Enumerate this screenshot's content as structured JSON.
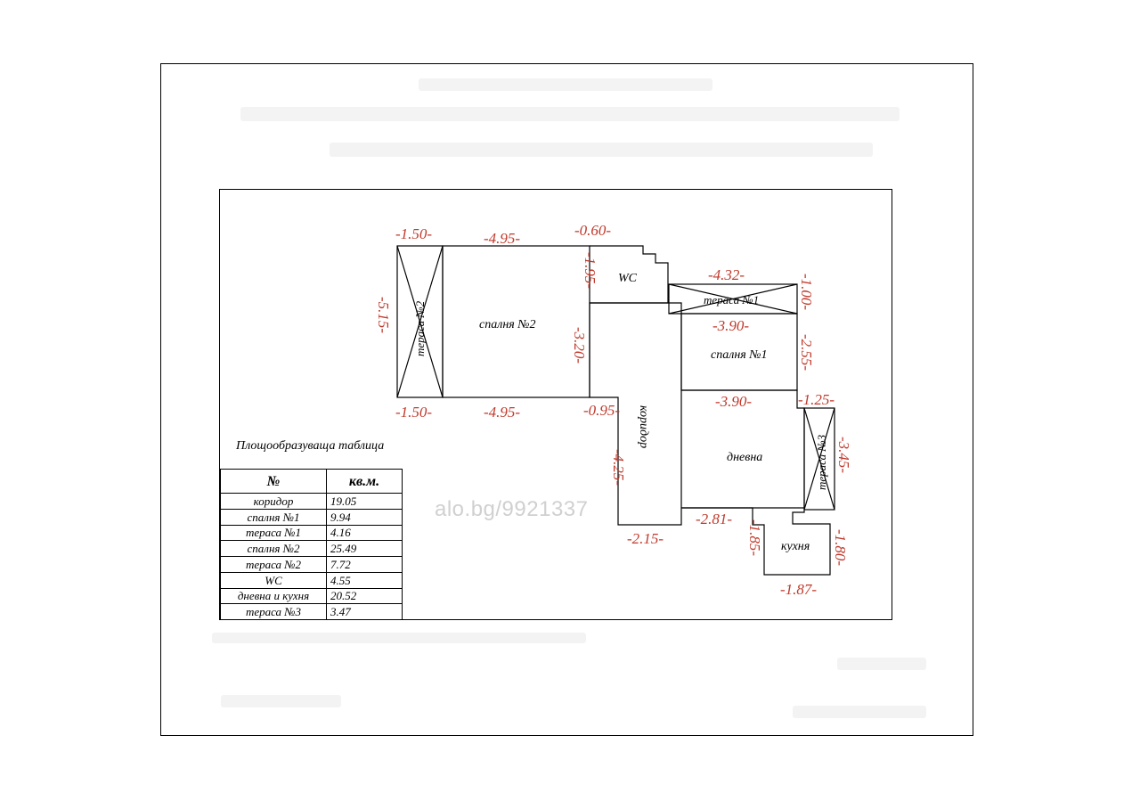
{
  "watermark": "alo.bg/9921337",
  "table": {
    "title": "Площообразуваща таблица",
    "headers": [
      "№",
      "кв.м."
    ],
    "rows": [
      {
        "name": "коридор",
        "area": "19.05"
      },
      {
        "name": "спалня №1",
        "area": "9.94"
      },
      {
        "name": "тераса №1",
        "area": "4.16"
      },
      {
        "name": "спалня №2",
        "area": "25.49"
      },
      {
        "name": "тераса №2",
        "area": "7.72"
      },
      {
        "name": "WC",
        "area": "4.55"
      },
      {
        "name": "дневна и кухня",
        "area": "20.52"
      },
      {
        "name": "тераса №3",
        "area": "3.47"
      }
    ]
  },
  "rooms": {
    "bedroom2": "спалня №2",
    "wc": "WC",
    "terrace1": "тераса №1",
    "bedroom1": "спалня №1",
    "terrace2": "тераса №2",
    "corridor": "коридор",
    "living": "дневна",
    "terrace3": "тераса №3",
    "kitchen": "кухня"
  },
  "dimensions": {
    "t2_top": "-1.50-",
    "br2_top": "-4.95-",
    "wc_top": "-0.60-",
    "wc_side": "-1.95-",
    "t2_side": "-5.15-",
    "br2_side": "-3.20-",
    "t2_bottom": "-1.50-",
    "br2_bottom": "-4.95-",
    "corr_top": "-0.95-",
    "t1_top": "-4.32-",
    "t1_side": "-1.00-",
    "br1_top": "-3.90-",
    "br1_side": "-2.55-",
    "br1_bottom": "-3.90-",
    "t3_top": "-1.25-",
    "t3_side": "-3.45-",
    "corr_side": "-4.25-",
    "corr_bottom": "-2.15-",
    "kit_top": "-2.81-",
    "kit_left": "-1.85-",
    "kit_right": "-1.80-",
    "kit_bottom": "-1.87-"
  }
}
